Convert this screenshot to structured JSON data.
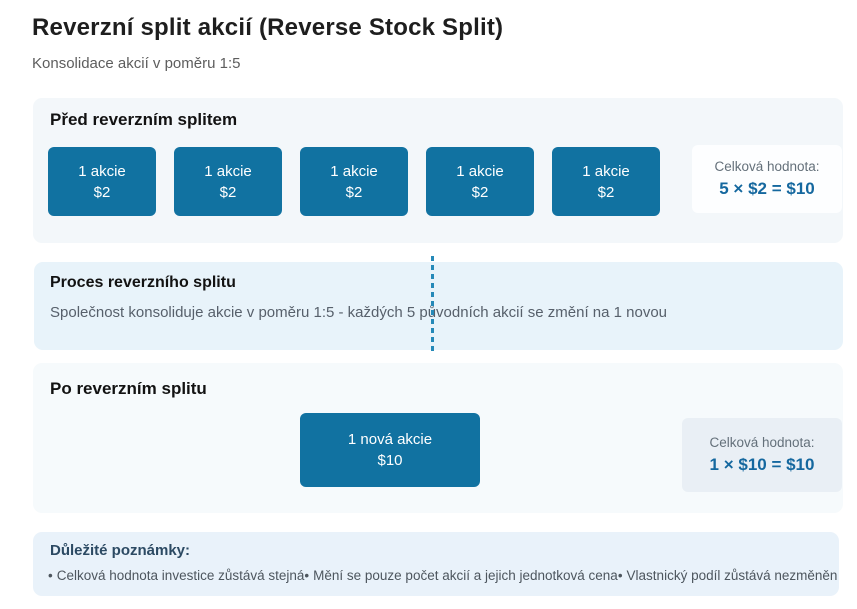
{
  "page": {
    "title": "Reverzní split akcií (Reverse Stock Split)",
    "subtitle": "Konsolidace akcií v poměru 1:5"
  },
  "colors": {
    "share_box_blue": "#1172a1",
    "total_value_blue": "#15689f",
    "dashed_line_blue": "#2589b8",
    "section_light_blue": "#e8f3fa"
  },
  "before": {
    "heading": "Před reverzním splitem",
    "shares": [
      {
        "label": "1 akcie",
        "value": "$2"
      },
      {
        "label": "1 akcie",
        "value": "$2"
      },
      {
        "label": "1 akcie",
        "value": "$2"
      },
      {
        "label": "1 akcie",
        "value": "$2"
      },
      {
        "label": "1 akcie",
        "value": "$2"
      }
    ],
    "total_label": "Celková hodnota:",
    "total_value": "5 × $2 = $10"
  },
  "process": {
    "heading": "Proces reverzního splitu",
    "description": "Společnost konsoliduje akcie v poměru 1:5 - každých 5 původních akcií se změní na 1 novou"
  },
  "after": {
    "heading": "Po reverzním splitu",
    "share": {
      "label": "1 nová akcie",
      "value": "$10"
    },
    "total_label": "Celková hodnota:",
    "total_value": "1 × $10 = $10"
  },
  "notes": {
    "heading": "Důležité poznámky:",
    "bullet": "•",
    "items": [
      "Celková hodnota investice zůstává stejná",
      "Mění se pouze počet akcií a jejich jednotková cena",
      "Vlastnický podíl zůstává nezměněn"
    ]
  }
}
